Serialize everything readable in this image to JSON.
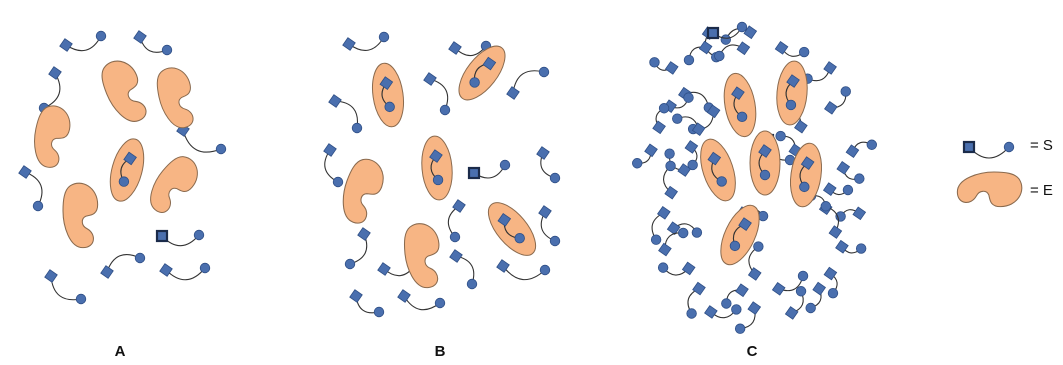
{
  "panels": [
    {
      "label": "A"
    },
    {
      "label": "B"
    },
    {
      "label": "C"
    }
  ],
  "legend": {
    "substrate_text": "= S",
    "enzyme_text": "= E"
  },
  "colors": {
    "substrate_fill": "#4a6fae",
    "substrate_stroke": "#2f4f86",
    "highlight_stroke": "#1b2b4a",
    "enzyme_fill": "#f7b584",
    "enzyme_stroke": "#8a6a4e",
    "link": "#333333"
  },
  "icons": {
    "substrate": "substrate-icon",
    "enzyme": "enzyme-icon"
  }
}
